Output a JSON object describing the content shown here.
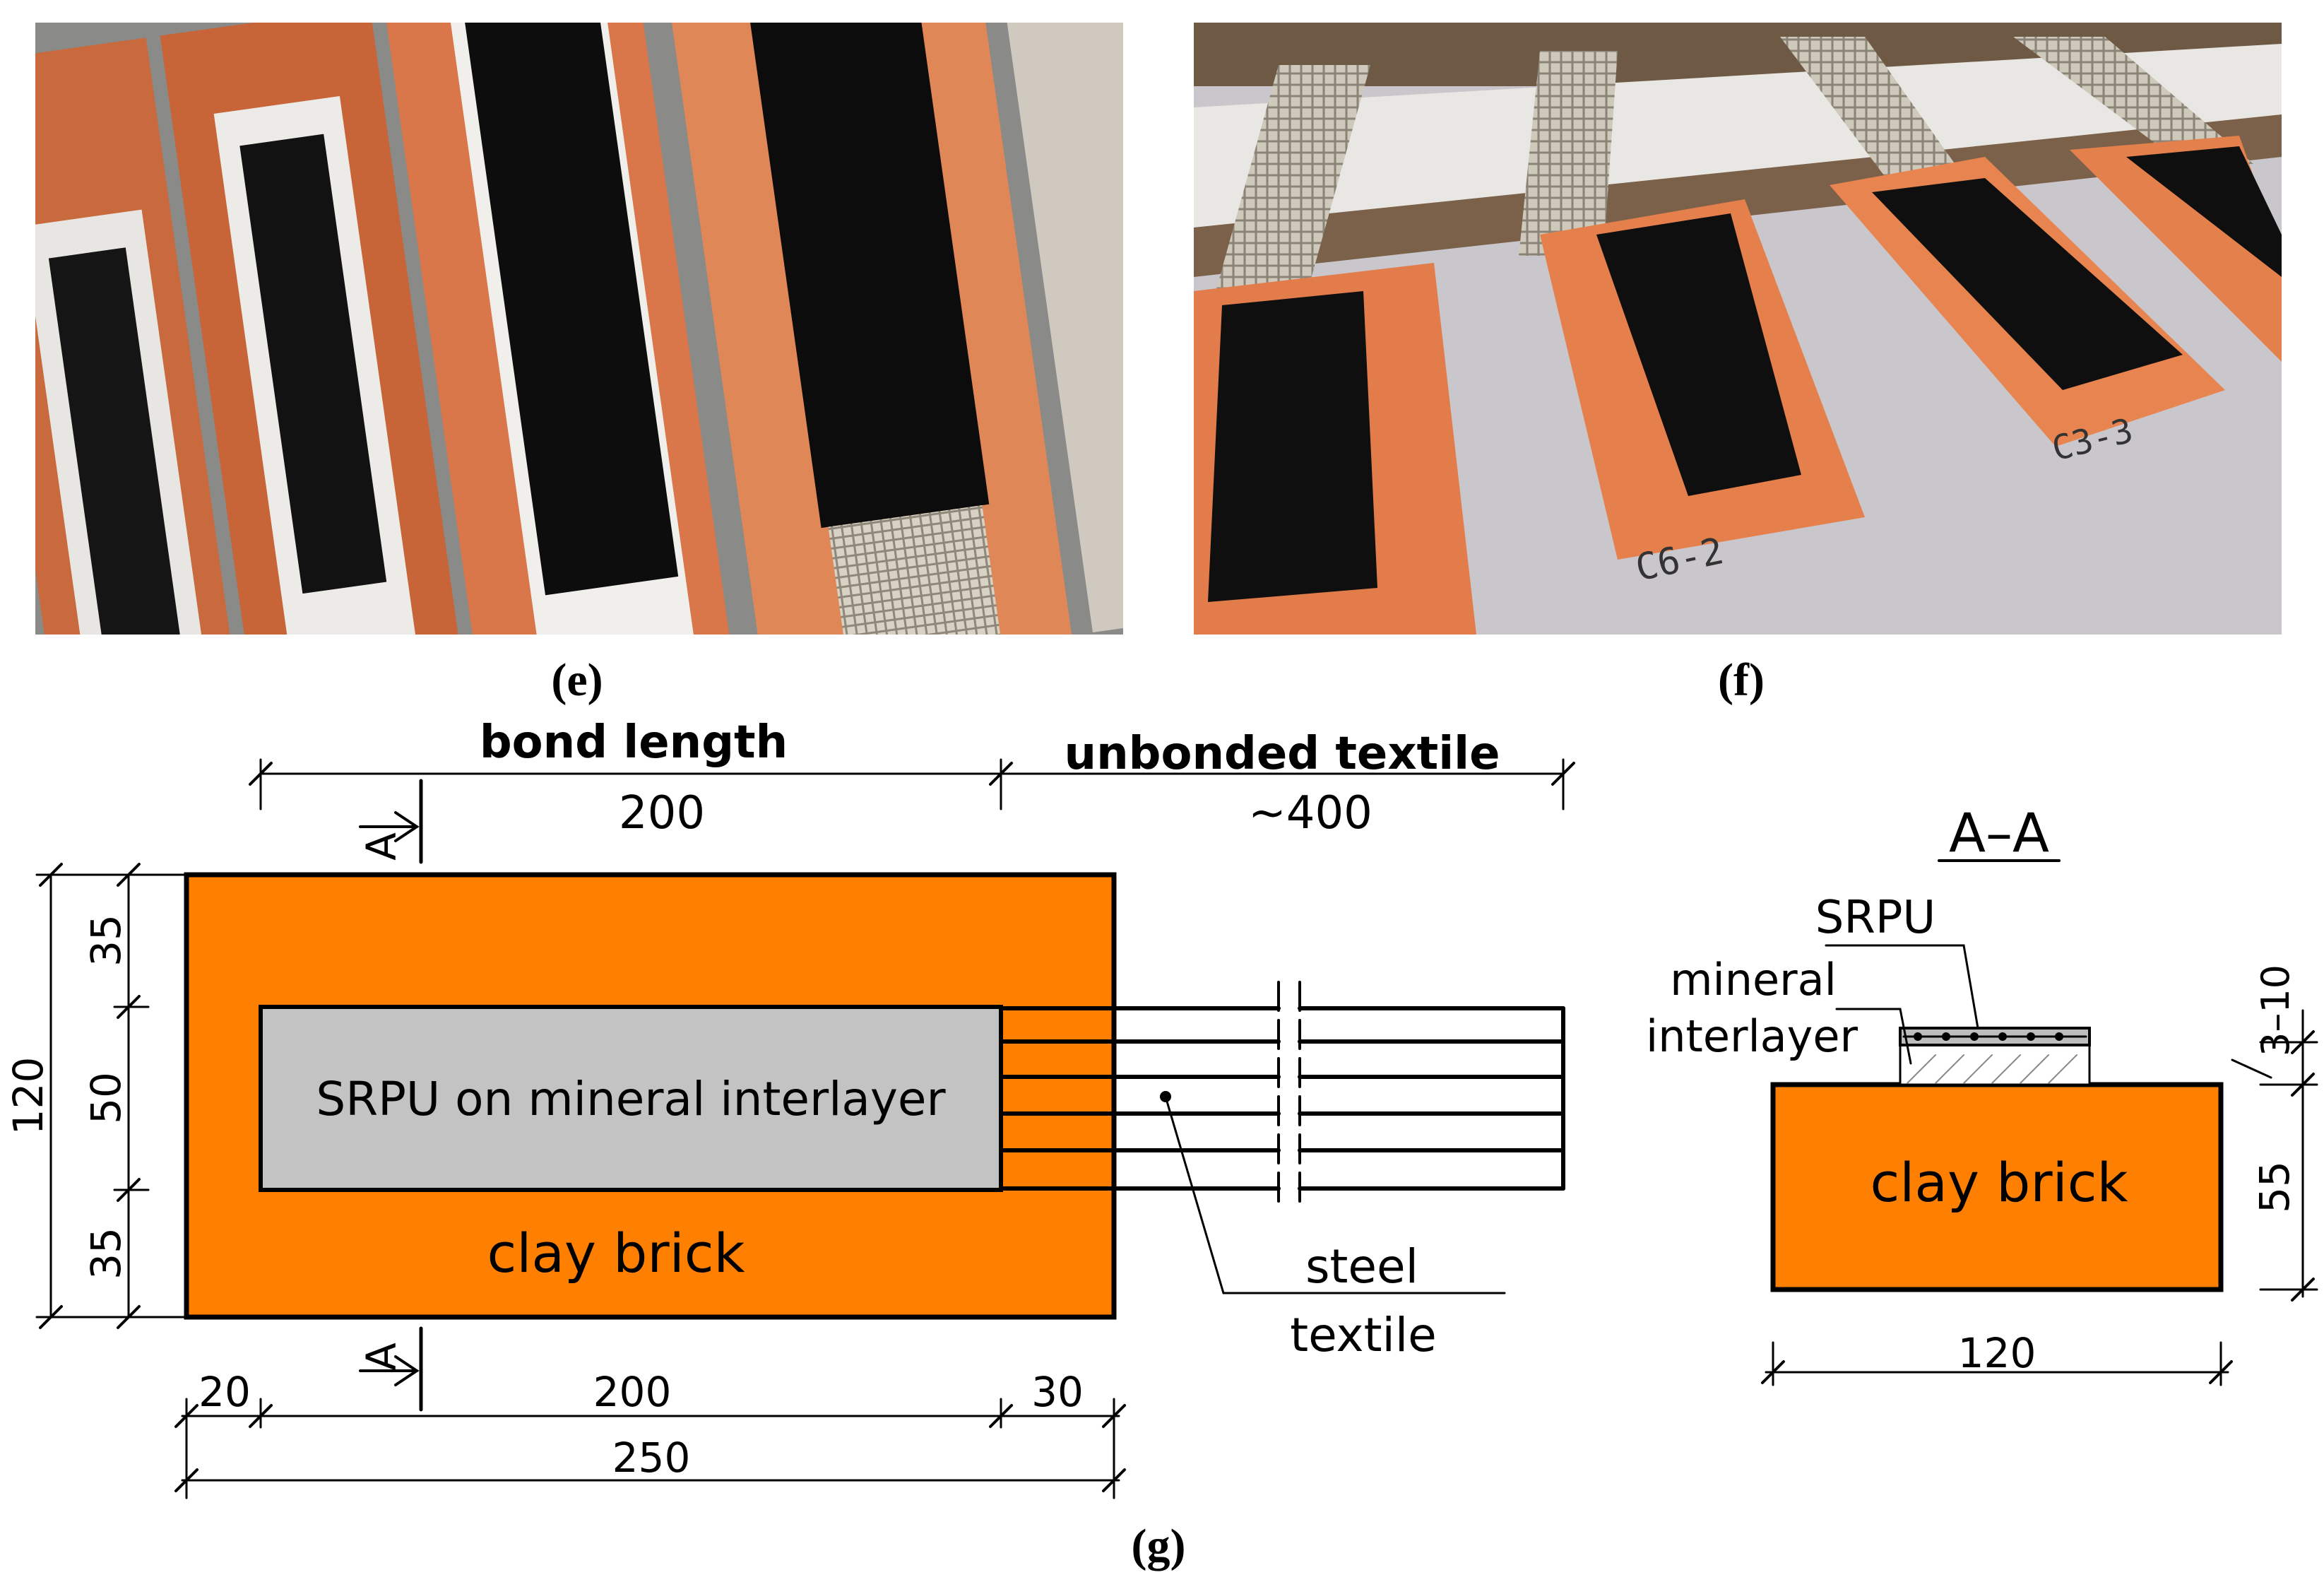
{
  "panels": {
    "e": {
      "caption": "(e)"
    },
    "f": {
      "caption": "(f)",
      "specimen_labels": [
        "C6-2",
        "C3-3"
      ]
    },
    "g": {
      "caption": "(g)"
    }
  },
  "plan_view": {
    "bond_length_label": "bond length",
    "bond_length_value": "200",
    "unbonded_label": "unbonded textile",
    "unbonded_value": "~400",
    "section_marker": "A",
    "srpu_label": "SRPU on mineral interlayer",
    "brick_label": "clay brick",
    "steel_label_1": "steel",
    "steel_label_2": "textile",
    "dim_height_total": "120",
    "dim_top": "35",
    "dim_mid": "50",
    "dim_bottom": "35",
    "dim_left_margin": "20",
    "dim_bond": "200",
    "dim_right_margin": "30",
    "dim_total_length": "250"
  },
  "section_view": {
    "title": "A–A",
    "srpu_label": "SRPU",
    "mineral_label_1": "mineral",
    "mineral_label_2": "interlayer",
    "brick_label": "clay brick",
    "dim_thickness": "3–10",
    "dim_height": "55",
    "dim_width": "120"
  },
  "colors": {
    "brick": "#ff8000",
    "srpu_plan": "#c3c3c3",
    "ink": "#000000"
  }
}
